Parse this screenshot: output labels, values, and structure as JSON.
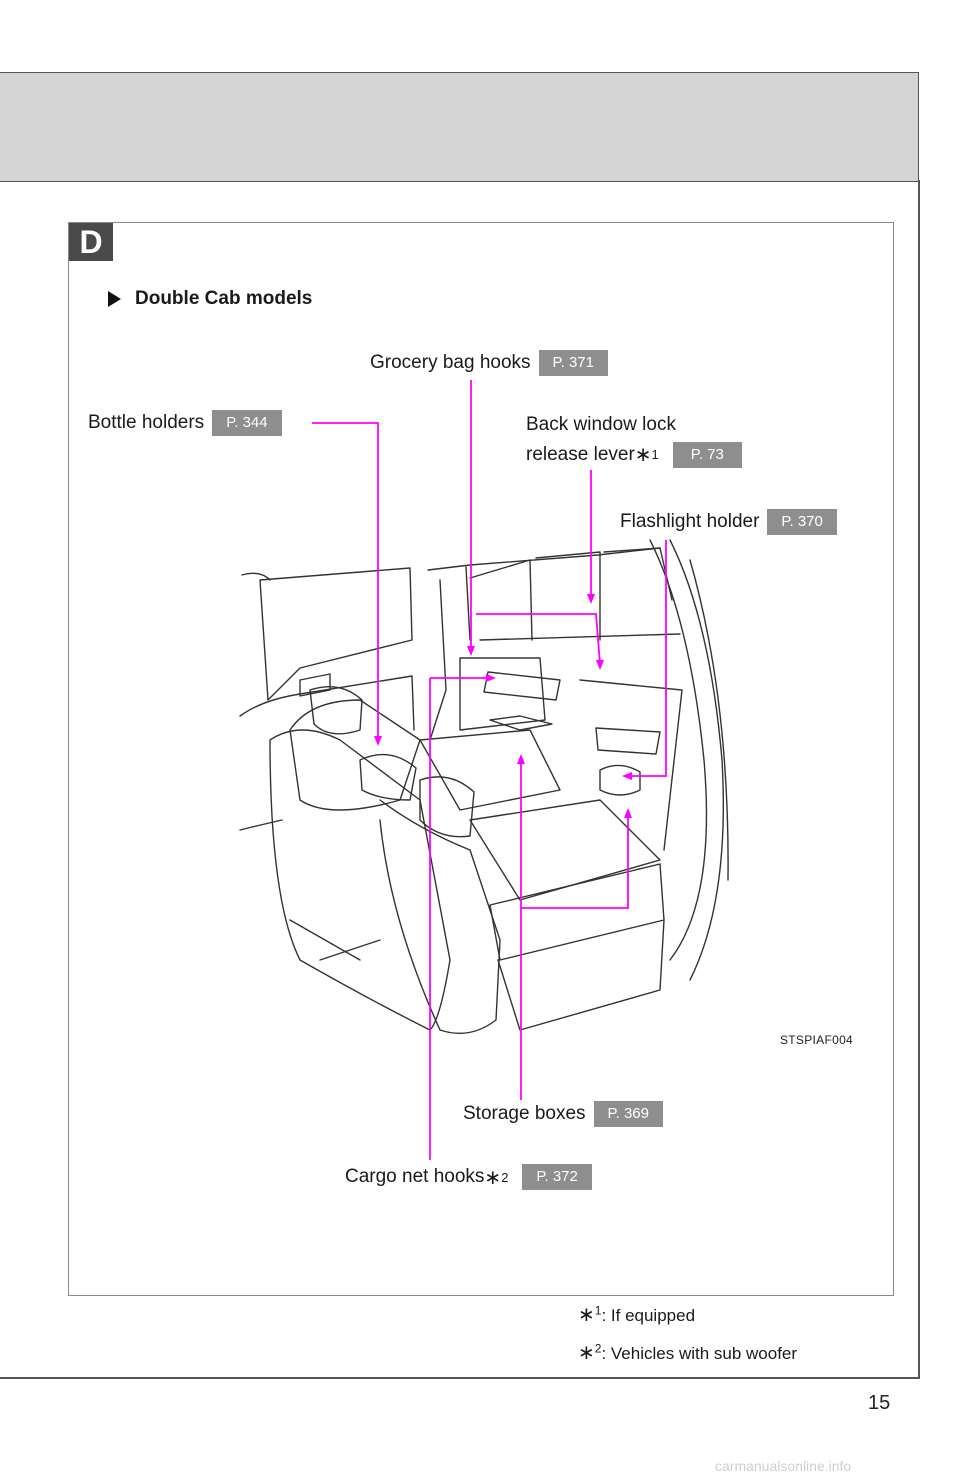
{
  "page": {
    "number": "15",
    "watermark": "carmanualsonline.info"
  },
  "section": {
    "badge": "D",
    "subtitle": "Double Cab models"
  },
  "callouts": {
    "grocery": {
      "label": "Grocery bag hooks",
      "ref": "P. 371"
    },
    "bottle": {
      "label": "Bottle holders",
      "ref": "P. 344"
    },
    "back_window": {
      "line1": "Back window lock",
      "line2": "release lever",
      "mark": "∗",
      "sup": "1",
      "ref": "P. 73"
    },
    "flashlight": {
      "label": "Flashlight holder",
      "ref": "P. 370"
    },
    "storage": {
      "label": "Storage boxes",
      "ref": "P. 369"
    },
    "cargo": {
      "label": "Cargo net hooks",
      "mark": "∗",
      "sup": "2",
      "ref": "P. 372"
    }
  },
  "illustration": {
    "code": "STSPIAF004"
  },
  "footnotes": [
    {
      "mark": "∗",
      "sup": "1",
      "text": ": If equipped"
    },
    {
      "mark": "∗",
      "sup": "2",
      "text": ": Vehicles with sub woofer"
    }
  ],
  "colors": {
    "leader": "#ff00ff",
    "ref_badge": "#8e8e8e",
    "header_band": "#d4d4d4",
    "badge": "#4a4a4a"
  }
}
